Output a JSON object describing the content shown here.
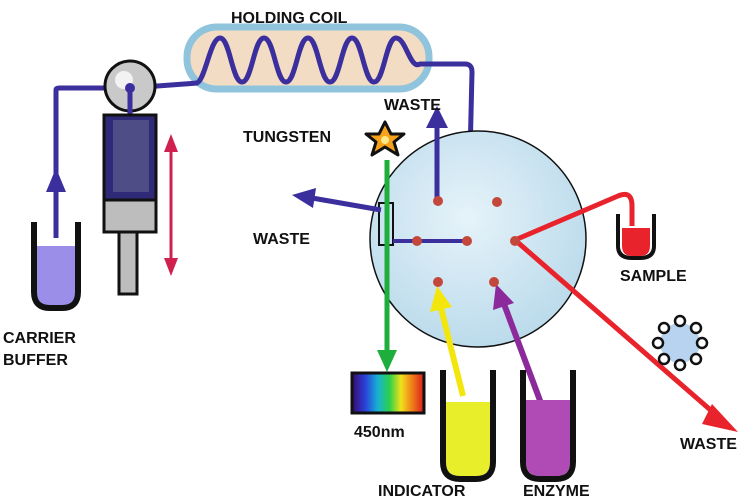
{
  "labels": {
    "holding_coil": "HOLDING COIL",
    "tungsten": "TUNGSTEN",
    "waste_top": "WASTE",
    "waste_left": "WASTE",
    "waste_right": "WASTE",
    "sample": "SAMPLE",
    "carrier_line1": "CARRIER",
    "carrier_line2": "BUFFER",
    "wavelength": "450nm",
    "indicator": "INDICATOR",
    "enzyme": "ENZYME"
  },
  "colors": {
    "carrier_flow": "#3b2f9e",
    "light_path": "#1fae3c",
    "sample_flow": "#e8232c",
    "indicator_flow": "#f2e60c",
    "enzyme_flow": "#8c2a9c",
    "valve_body": "#cfe6f3",
    "coil_housing": "#f3dcc4",
    "coil_border": "#8fc4dc",
    "port": "#c4473b",
    "plunger_arrow": "#d0204f"
  }
}
